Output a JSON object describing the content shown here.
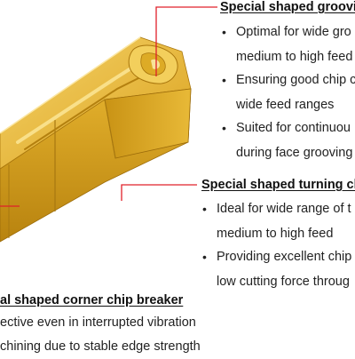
{
  "callouts": [
    {
      "heading": "Special shaped grooving",
      "bullets": [
        {
          "line1": "Optimal for wide gro",
          "line2": "medium to high feed"
        },
        {
          "line1": "Ensuring good chip c",
          "line2": "wide feed ranges"
        },
        {
          "line1": "Suited for continuou",
          "line2": "during face grooving"
        }
      ]
    },
    {
      "heading": "Special shaped turning ch",
      "bullets": [
        {
          "line1": "Ideal for wide range of t",
          "line2": "medium to high feed"
        },
        {
          "line1": "Providing excellent chip",
          "line2": "low cutting force throug"
        }
      ]
    },
    {
      "heading": "al shaped corner chip breaker",
      "lines": [
        "ective even in interrupted vibration",
        "chining due to stable edge strength"
      ]
    }
  ],
  "colors": {
    "leader_line": "#e0202a",
    "insert_gold": "#d9a11c",
    "insert_light": "#f2c94c",
    "insert_dark": "#a9760c"
  }
}
